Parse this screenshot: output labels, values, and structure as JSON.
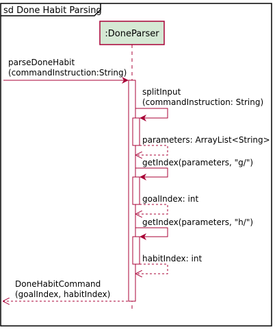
{
  "frame": {
    "title": "sd Done Habit Parsing"
  },
  "participant": {
    "name": ":DoneParser"
  },
  "colors": {
    "arrow": "#A80036",
    "participant_fill": "#D5E8D4",
    "participant_border": "#A80036",
    "activation_fill": "#FFFFFF",
    "frame_border": "#000000"
  },
  "messages": [
    {
      "type": "call",
      "lines": [
        "parseDoneHabit",
        "(commandInstruction:String)"
      ]
    },
    {
      "type": "self-call",
      "lines": [
        "splitInput",
        "(commandInstruction: String)"
      ]
    },
    {
      "type": "self-return",
      "lines": [
        "parameters: ArrayList<String>"
      ]
    },
    {
      "type": "self-call",
      "lines": [
        "getIndex(parameters, \"g/\")"
      ]
    },
    {
      "type": "self-return",
      "lines": [
        "goalIndex: int"
      ]
    },
    {
      "type": "self-call",
      "lines": [
        "getIndex(parameters, \"h/\")"
      ]
    },
    {
      "type": "self-return",
      "lines": [
        "habitIndex: int"
      ]
    },
    {
      "type": "return",
      "lines": [
        "DoneHabitCommand",
        "(goalIndex, habitIndex)"
      ]
    }
  ]
}
